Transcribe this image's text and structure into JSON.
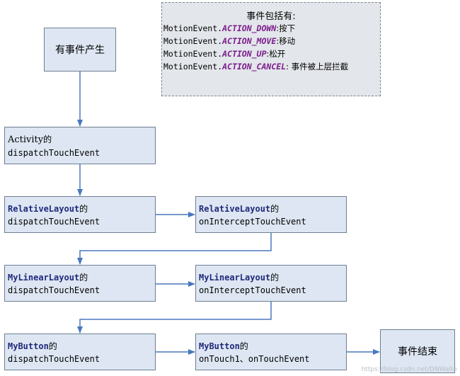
{
  "start": "有事件产生",
  "end": "事件结束",
  "note": {
    "title": "事件包括有:",
    "events": [
      {
        "prefix": "MotionEvent.",
        "action": "ACTION_DOWN",
        "desc": ":按下"
      },
      {
        "prefix": "MotionEvent.",
        "action": "ACTION_MOVE",
        "desc": ":移动"
      },
      {
        "prefix": "MotionEvent.",
        "action": "ACTION_UP",
        "desc": ":松开"
      },
      {
        "prefix": "MotionEvent.",
        "action": "ACTION_CANCEL",
        "desc": ": 事件被上层拦截"
      }
    ]
  },
  "activity": {
    "name": "Activity",
    "suffix": "的",
    "method": "dispatchTouchEvent"
  },
  "relative_dispatch": {
    "name": "RelativeLayout",
    "suffix": "的",
    "method": "dispatchTouchEvent"
  },
  "relative_intercept": {
    "name": "RelativeLayout",
    "suffix": "的",
    "method": "onInterceptTouchEvent"
  },
  "linear_dispatch": {
    "name": "MyLinearLayout",
    "suffix": "的",
    "method": "dispatchTouchEvent"
  },
  "linear_intercept": {
    "name": "MyLinearLayout",
    "suffix": "的",
    "method": "onInterceptTouchEvent"
  },
  "button_dispatch": {
    "name": "MyButton",
    "suffix": "的",
    "method": "dispatchTouchEvent"
  },
  "button_touch": {
    "name": "MyButton",
    "suffix": "的",
    "method": "onTouch1、onTouchEvent"
  },
  "watermark": "https://blog.csdn.net/DNWalte",
  "colors": {
    "box_fill": "#dde6f2",
    "box_border": "#6f7f93",
    "arrow": "#4a78be",
    "keyword": "#1f2a7a",
    "action": "#7a1d8c"
  }
}
